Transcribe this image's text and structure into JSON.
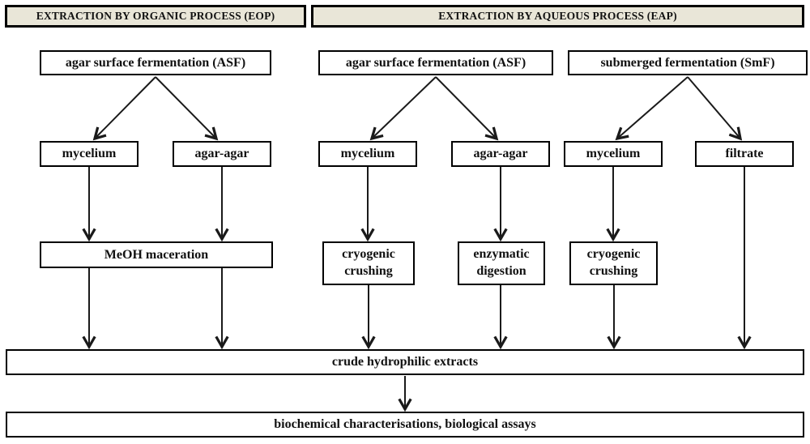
{
  "headers": {
    "eop": "EXTRACTION BY ORGANIC PROCESS (EOP)",
    "eap": "EXTRACTION BY AQUEOUS PROCESS (EAP)"
  },
  "nodes": {
    "asf_eop": "agar surface fermentation (ASF)",
    "mycelium_eop": "mycelium",
    "agar_eop": "agar-agar",
    "meoh": "MeOH maceration",
    "asf_eap": "agar surface fermentation (ASF)",
    "mycelium_asf_eap": "mycelium",
    "agar_asf_eap": "agar-agar",
    "cryogenic_asf": "cryogenic crushing",
    "enzymatic": "enzymatic digestion",
    "smf": "submerged fermentation (SmF)",
    "mycelium_smf": "mycelium",
    "filtrate": "filtrate",
    "cryogenic_smf": "cryogenic crushing",
    "crude": "crude hydrophilic extracts",
    "assays": "biochemical characterisations, biological assays"
  },
  "colors": {
    "header_fill": "#e9e6d8",
    "box_fill": "#ffffff",
    "border": "#000000",
    "background": "#ffffff",
    "line": "#1a1a1a"
  }
}
